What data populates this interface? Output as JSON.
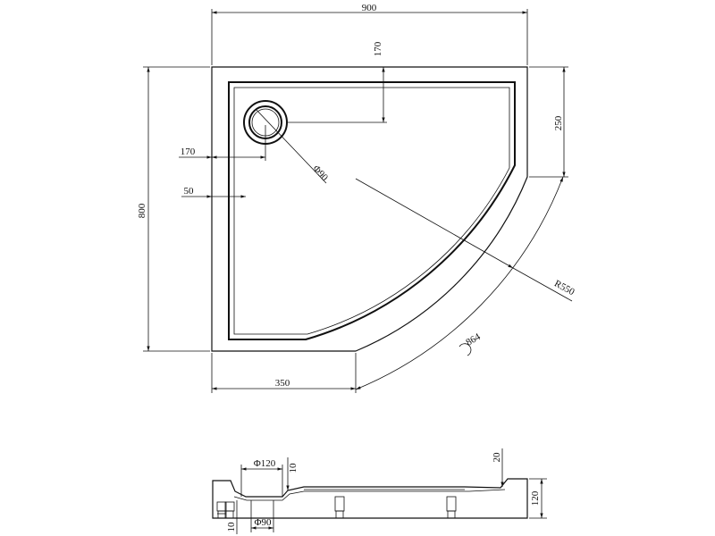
{
  "plan_view": {
    "width": "900",
    "depth": "800",
    "drain_from_back": "170",
    "drain_from_side": "170",
    "rim_width": "50",
    "side_return": "250",
    "front_return": "350",
    "radius_inner": "R550",
    "radius_outer": "864",
    "drain_diameter": "Φ90"
  },
  "section_view": {
    "waste_outer": "Φ120",
    "waste_inner": "Φ90",
    "waste_depth": "10",
    "foot_height": "10",
    "rim_height": "20",
    "tray_height": "120"
  }
}
